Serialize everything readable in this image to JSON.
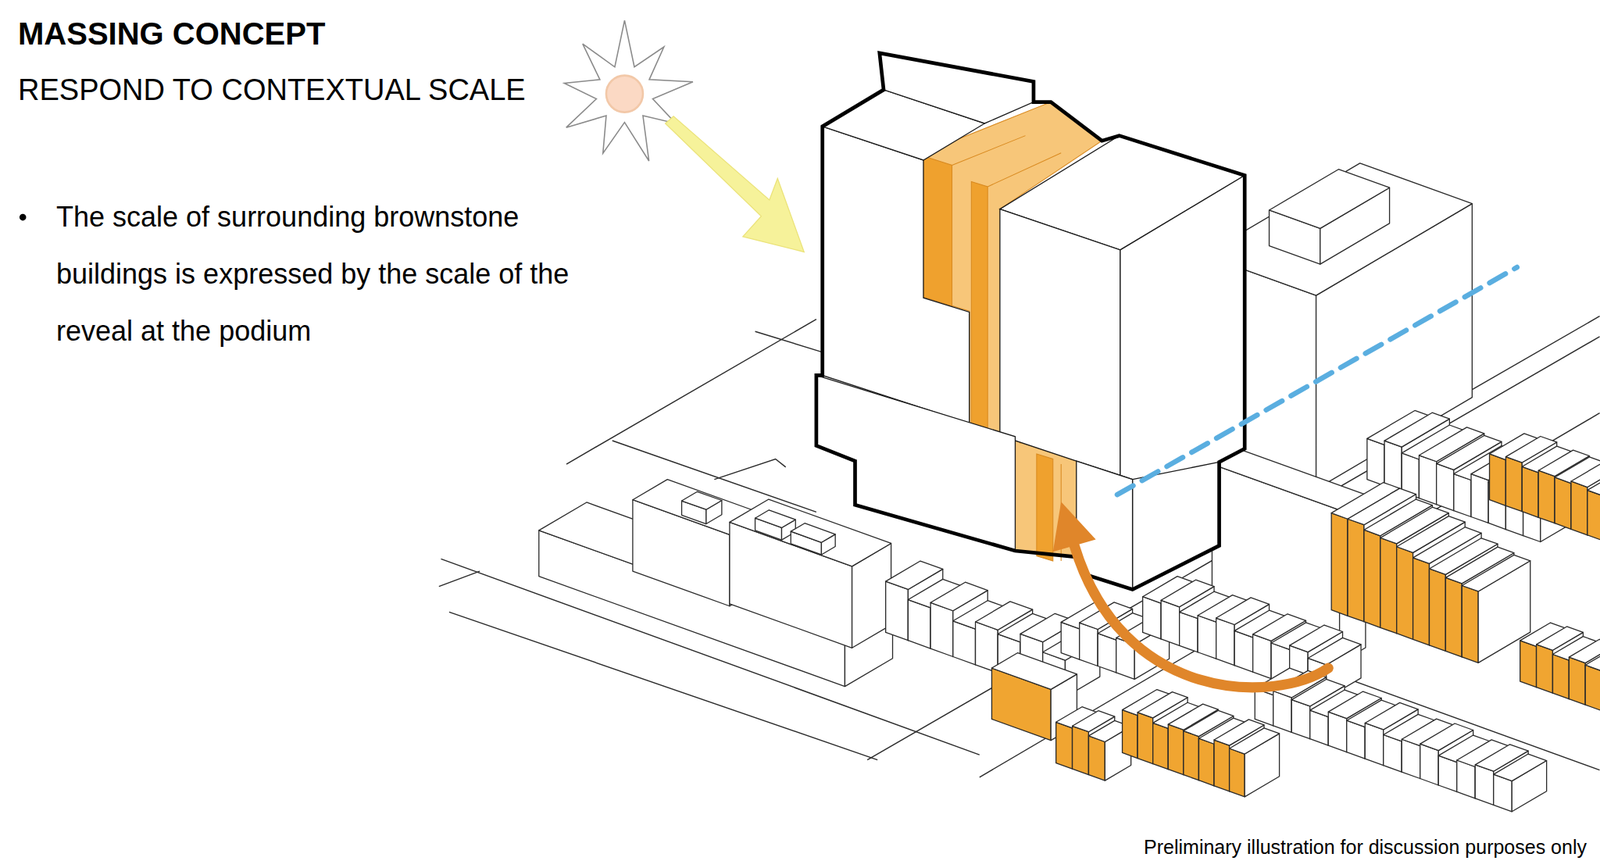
{
  "diagram": {
    "title": "MASSING CONCEPT",
    "caption": "Preliminary illustration for discussion purposes only",
    "labels": [
      "RESPOND TO CONTEXTUAL SCALE",
      "The scale of surrounding brownstone buildings is expressed by the scale of the reveal at the podium"
    ]
  }
}
